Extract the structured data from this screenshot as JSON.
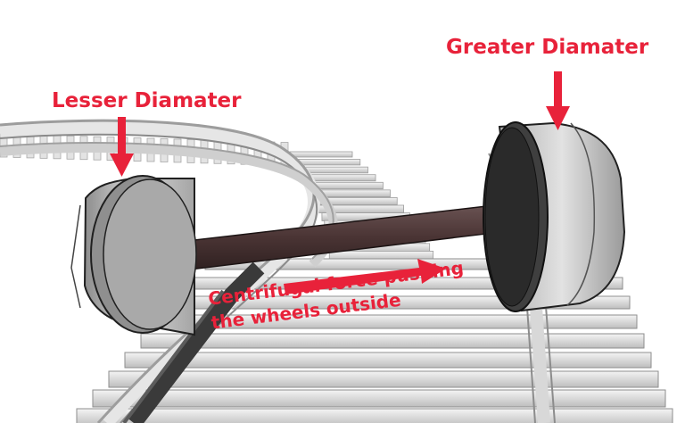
{
  "labels": {
    "lesser": "Lesser Diamater",
    "greater": "Greater Diamater",
    "force_line1": "Centrifugal force pushing",
    "force_line2": "the wheels outside"
  },
  "colors": {
    "annotation": "#e8223a",
    "axle": "#4a3434",
    "wheel": "#c9c9c9",
    "rail": "#3a3a3a",
    "sleeper": "#dcdcdc"
  }
}
